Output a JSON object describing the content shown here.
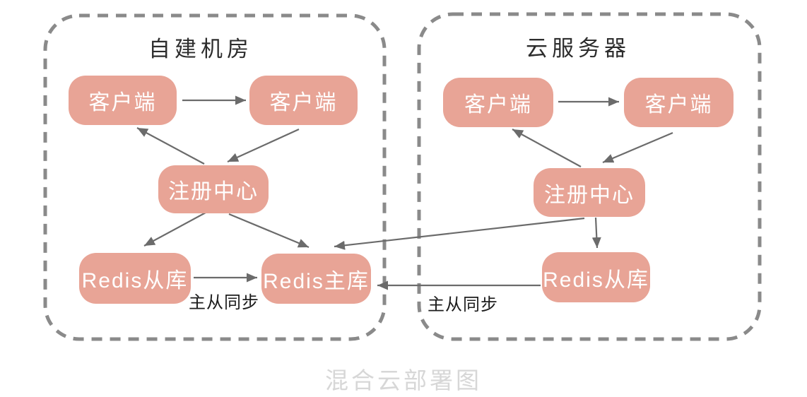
{
  "caption": "混合云部署图",
  "groups": {
    "onprem": {
      "title": "自建机房"
    },
    "cloud": {
      "title": "云服务器"
    }
  },
  "nodes": {
    "onprem_client_a": {
      "label": "客户端"
    },
    "onprem_client_b": {
      "label": "客户端"
    },
    "onprem_registry": {
      "label": "注册中心"
    },
    "onprem_redis_slave": {
      "label": "Redis从库"
    },
    "onprem_redis_master": {
      "label": "Redis主库"
    },
    "cloud_client_a": {
      "label": "客户端"
    },
    "cloud_client_b": {
      "label": "客户端"
    },
    "cloud_registry": {
      "label": "注册中心"
    },
    "cloud_redis_slave": {
      "label": "Redis从库"
    }
  },
  "labels": {
    "onprem_sync": "主从同步",
    "cross_sync": "主从同步"
  },
  "edges": [
    {
      "from": "onprem_client_a",
      "to": "onprem_client_b"
    },
    {
      "from": "onprem_registry",
      "to": "onprem_client_a"
    },
    {
      "from": "onprem_client_b",
      "to": "onprem_registry"
    },
    {
      "from": "onprem_registry",
      "to": "onprem_redis_slave"
    },
    {
      "from": "onprem_registry",
      "to": "onprem_redis_master"
    },
    {
      "from": "onprem_redis_slave",
      "to": "onprem_redis_master",
      "label": "主从同步"
    },
    {
      "from": "cloud_client_a",
      "to": "cloud_client_b"
    },
    {
      "from": "cloud_registry",
      "to": "cloud_client_a"
    },
    {
      "from": "cloud_client_b",
      "to": "cloud_registry"
    },
    {
      "from": "cloud_registry",
      "to": "cloud_redis_slave"
    },
    {
      "from": "cloud_registry",
      "to": "onprem_redis_master"
    },
    {
      "from": "cloud_redis_slave",
      "to": "onprem_redis_master",
      "label": "主从同步"
    }
  ],
  "colors": {
    "node_fill": "#e8a496",
    "node_text": "#ffffff",
    "container_dash": "#8a8a8a",
    "arrow": "#6b6b6b",
    "title_text": "#2d2d2d",
    "edge_label_text": "#1c1c1c",
    "caption_text": "#d7d7d7"
  }
}
